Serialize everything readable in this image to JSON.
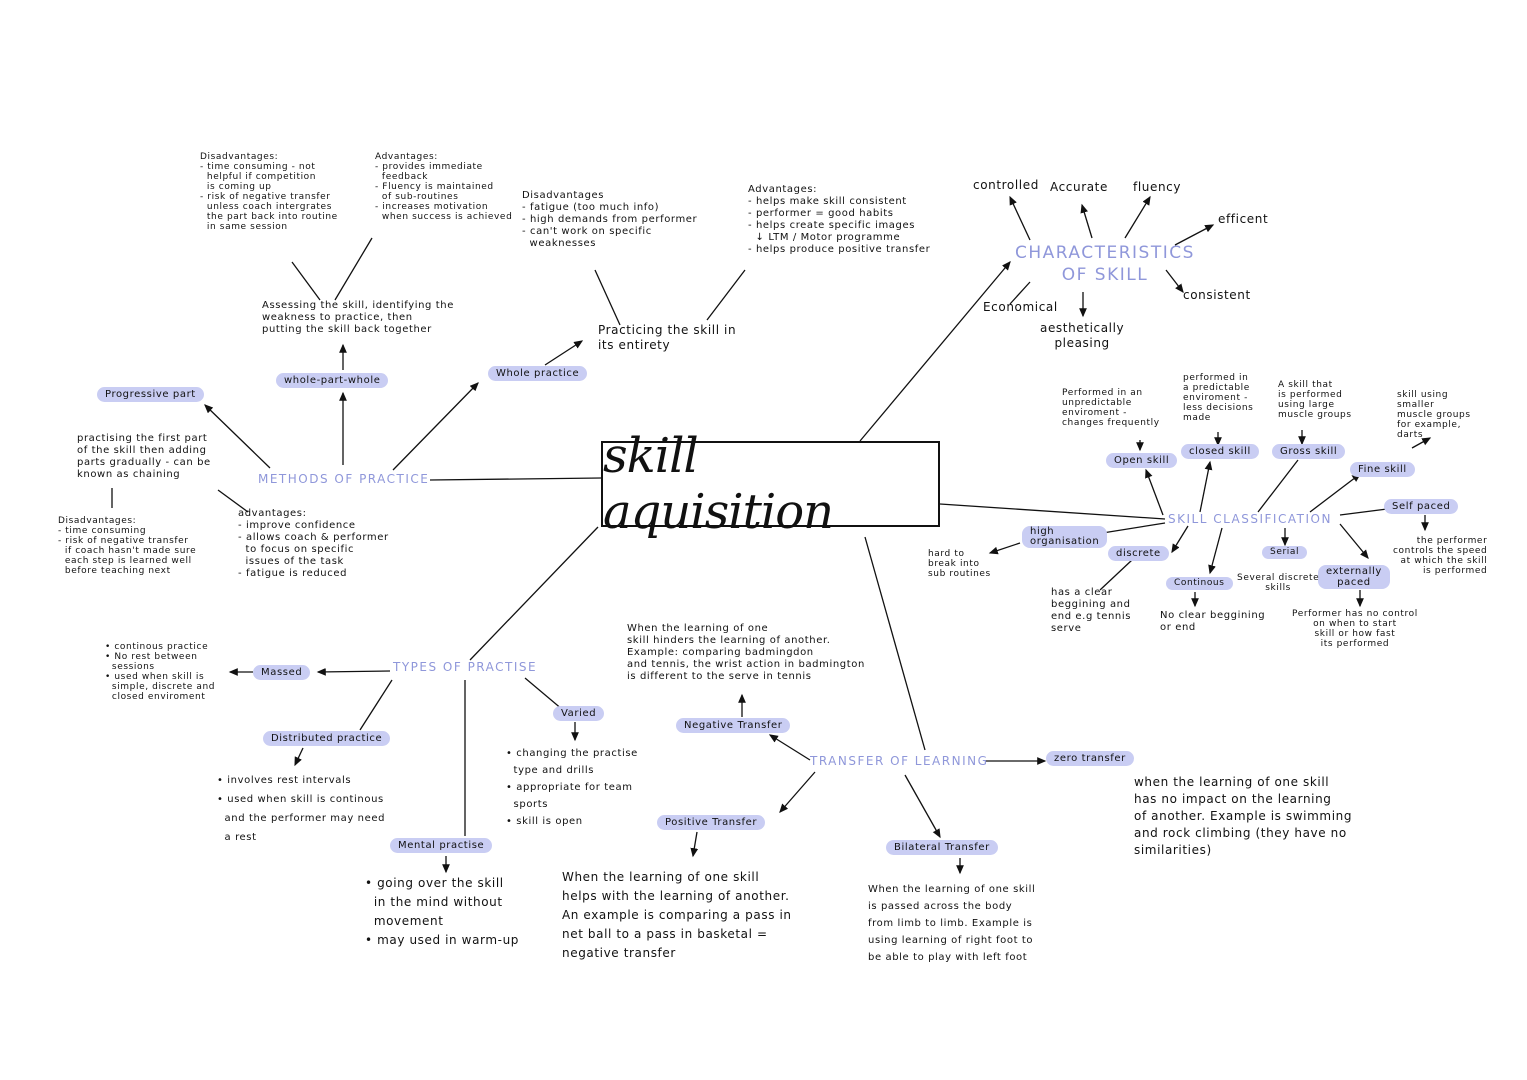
{
  "title": "skill aquisition",
  "methods": {
    "heading": "METHODS OF PRACTICE",
    "progressive": {
      "label": "Progressive part",
      "desc": "practising the first part\nof the skill then adding\nparts gradually - can be\nknown as chaining",
      "disadvantages": "Disadvantages:\n- time consuming\n- risk of negative transfer\n  if coach hasn't made sure\n  each step is learned well\n  before teaching next",
      "advantages": "advantages:\n- improve confidence\n- allows coach & performer\n  to focus on specific\n  issues of the task\n- fatigue is reduced"
    },
    "whole_part_whole": {
      "label": "whole-part-whole",
      "desc": "Assessing the skill, identifying the\nweakness to practice, then\nputting the skill back together",
      "disadvantages": "Disadvantages:\n- time consuming - not\n  helpful if competition\n  is coming up\n- risk of negative transfer\n  unless coach intergrates\n  the part back into routine\n  in same session",
      "advantages": "Advantages:\n- provides immediate\n  feedback\n- Fluency is maintained\n  of sub-routines\n- increases motivation\n  when success is achieved"
    },
    "whole": {
      "label": "Whole practice",
      "desc": "Practicing the skill in\nits entirety",
      "disadvantages": "Disadvantages\n- fatigue (too much info)\n- high demands from performer\n- can't work on specific\n  weaknesses",
      "advantages": "Advantages:\n- helps make skill consistent\n- performer = good habits\n- helps create specific images\n  ↓ LTM / Motor programme\n- helps produce positive transfer"
    }
  },
  "characteristics": {
    "heading": "CHARACTERISTICS\nOF SKILL",
    "items": [
      "controlled",
      "Accurate",
      "fluency",
      "efficent",
      "consistent",
      "Economical",
      "aesthetically\npleasing"
    ]
  },
  "classification": {
    "heading": "SKILL CLASSIFICATION",
    "open": {
      "label": "Open skill",
      "desc": "Performed in an\nunpredictable\nenviroment -\nchanges frequently"
    },
    "closed": {
      "label": "closed skill",
      "desc": "performed in\na predictable\nenviroment -\nless decisions\nmade"
    },
    "gross": {
      "label": "Gross skill",
      "desc": "A skill that\nis performed\nusing large\nmuscle groups"
    },
    "fine": {
      "label": "Fine skill",
      "desc": "skill using\nsmaller\nmuscle groups\nfor example,\ndarts"
    },
    "self_paced": {
      "label": "Self paced",
      "desc": "the performer\ncontrols the speed\nat which the skill\nis performed"
    },
    "externally": {
      "label": "externally\npaced",
      "desc": "Performer has no control\non when to start\nskill or how fast\nits performed"
    },
    "serial": {
      "label": "Serial",
      "desc": "Several discrete\nskills"
    },
    "continous": {
      "label": "Continous",
      "desc": "No clear beggining\nor end"
    },
    "discrete": {
      "label": "discrete",
      "desc": "has a clear\nbeggining and\nend e.g tennis\nserve"
    },
    "high_org": {
      "label": "high\norganisation",
      "desc": "hard to\nbreak into\nsub routines"
    }
  },
  "types": {
    "heading": "TYPES OF PRACTISE",
    "massed": {
      "label": "Massed",
      "desc": "• continous practice\n• No rest between\n  sessions\n• used when skill is\n  simple, discrete and\n  closed enviroment"
    },
    "distributed": {
      "label": "Distributed practice",
      "desc": "• involves rest intervals\n• used when skill is continous\n  and the performer may need\n  a rest"
    },
    "mental": {
      "label": "Mental practise",
      "desc": "• going over the skill\n  in the mind without\n  movement\n• may used in warm-up"
    },
    "varied": {
      "label": "Varied",
      "desc": "• changing the practise\n  type and drills\n• appropriate for team\n  sports\n• skill is open"
    }
  },
  "transfer": {
    "heading": "TRANSFER OF LEARNING",
    "negative": {
      "label": "Negative Transfer",
      "desc": "When the learning of one\nskill hinders the learning of another.\nExample: comparing badmingdon\nand tennis, the wrist action in badmington\nis different to the serve in tennis"
    },
    "positive": {
      "label": "Positive Transfer",
      "desc": "When the learning of one skill\nhelps with the learning of another.\nAn example is comparing a pass in\nnet ball to a pass in basketal =\nnegative transfer"
    },
    "bilateral": {
      "label": "Bilateral Transfer",
      "desc": "When the learning of one skill\nis passed across the body\nfrom limb to limb. Example is\nusing learning of right foot to\nbe able to play with left foot"
    },
    "zero": {
      "label": "zero transfer",
      "desc": "when the learning of one skill\nhas no impact on the learning\nof another. Example is swimming\nand rock climbing (they have no\nsimilarities)"
    }
  }
}
